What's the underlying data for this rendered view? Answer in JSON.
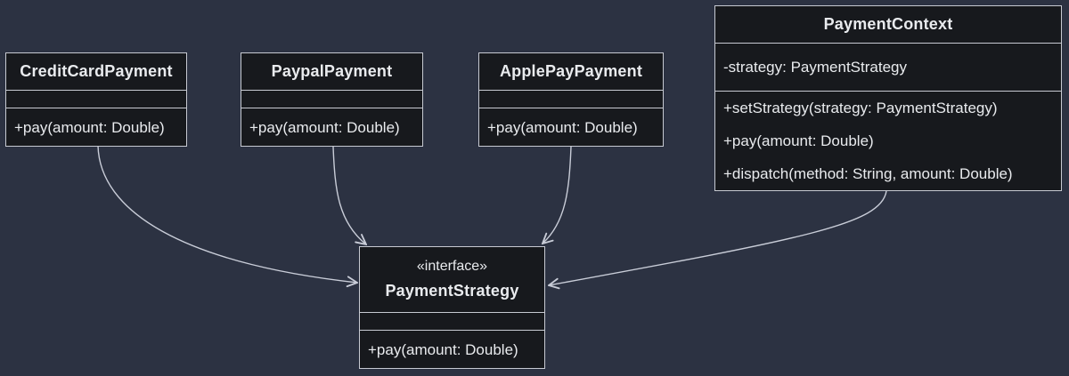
{
  "diagram": {
    "kind": "uml-class-diagram",
    "colors": {
      "background": "#2c3242",
      "node-fill": "#17191d",
      "node-border": "#c7cad2",
      "text": "#e9ebee",
      "edge": "#c9cdd8"
    },
    "classes": [
      {
        "name": "CreditCardPayment",
        "stereotype": "",
        "attributes": [],
        "methods": [
          "+pay(amount: Double)"
        ]
      },
      {
        "name": "PaypalPayment",
        "stereotype": "",
        "attributes": [],
        "methods": [
          "+pay(amount: Double)"
        ]
      },
      {
        "name": "ApplePayPayment",
        "stereotype": "",
        "attributes": [],
        "methods": [
          "+pay(amount: Double)"
        ]
      },
      {
        "name": "PaymentContext",
        "stereotype": "",
        "attributes": [
          "-strategy: PaymentStrategy"
        ],
        "methods": [
          "+setStrategy(strategy: PaymentStrategy)",
          "+pay(amount: Double)",
          "+dispatch(method: String, amount: Double)"
        ]
      },
      {
        "name": "PaymentStrategy",
        "stereotype": "«interface»",
        "attributes": [],
        "methods": [
          "+pay(amount: Double)"
        ]
      }
    ],
    "edges": [
      {
        "from": "CreditCardPayment",
        "to": "PaymentStrategy",
        "style": "solid-open-arrow"
      },
      {
        "from": "PaypalPayment",
        "to": "PaymentStrategy",
        "style": "solid-open-arrow"
      },
      {
        "from": "ApplePayPayment",
        "to": "PaymentStrategy",
        "style": "solid-open-arrow"
      },
      {
        "from": "PaymentContext",
        "to": "PaymentStrategy",
        "style": "solid-open-arrow"
      }
    ]
  }
}
